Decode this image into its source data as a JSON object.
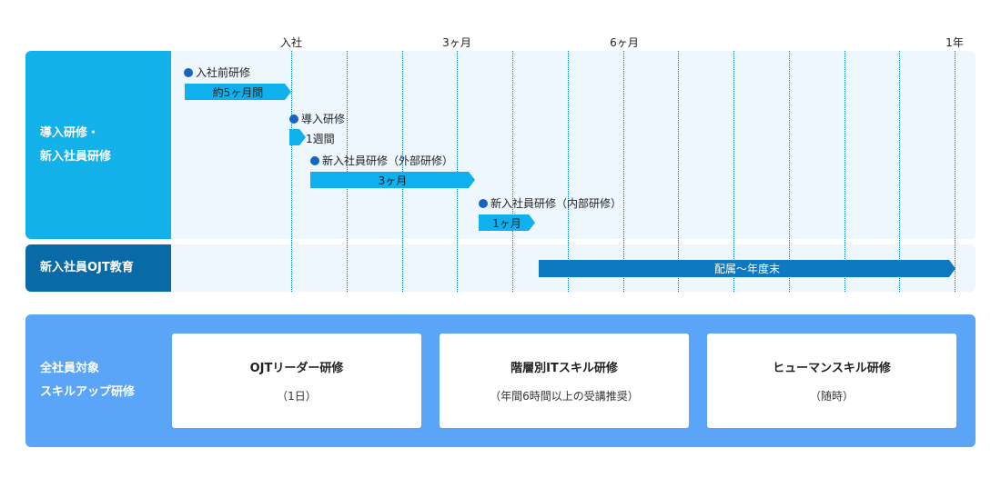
{
  "timeline": {
    "ticks": [
      "入社",
      "3ヶ月",
      "6ヶ月",
      "1年"
    ]
  },
  "rows": {
    "training": {
      "label_lines": [
        "導入研修・",
        "新入社員研修"
      ],
      "items": [
        {
          "name": "入社前研修",
          "duration": "約5ヶ月間"
        },
        {
          "name": "導入研修",
          "duration": "1週間"
        },
        {
          "name": "新入社員研修（外部研修）",
          "duration": "3ヶ月"
        },
        {
          "name": "新入社員研修（内部研修）",
          "duration": "1ヶ月"
        }
      ]
    },
    "ojt": {
      "label": "新入社員OJT教育",
      "bar_label": "配属〜年度末"
    }
  },
  "skillup": {
    "label_lines": [
      "全社員対象",
      "スキルアップ研修"
    ],
    "cards": [
      {
        "title": "OJTリーダー研修",
        "sub": "（1日）"
      },
      {
        "title": "階層別ITスキル研修",
        "sub": "（年間6時間以上の受講推奨）"
      },
      {
        "title": "ヒューマンスキル研修",
        "sub": "（随時）"
      }
    ]
  },
  "colors": {
    "label_cyan": "#12b1ea",
    "label_dark": "#0a6aa8",
    "skill_blue": "#5aa5f7",
    "panel_bg": "#eef6fe"
  }
}
